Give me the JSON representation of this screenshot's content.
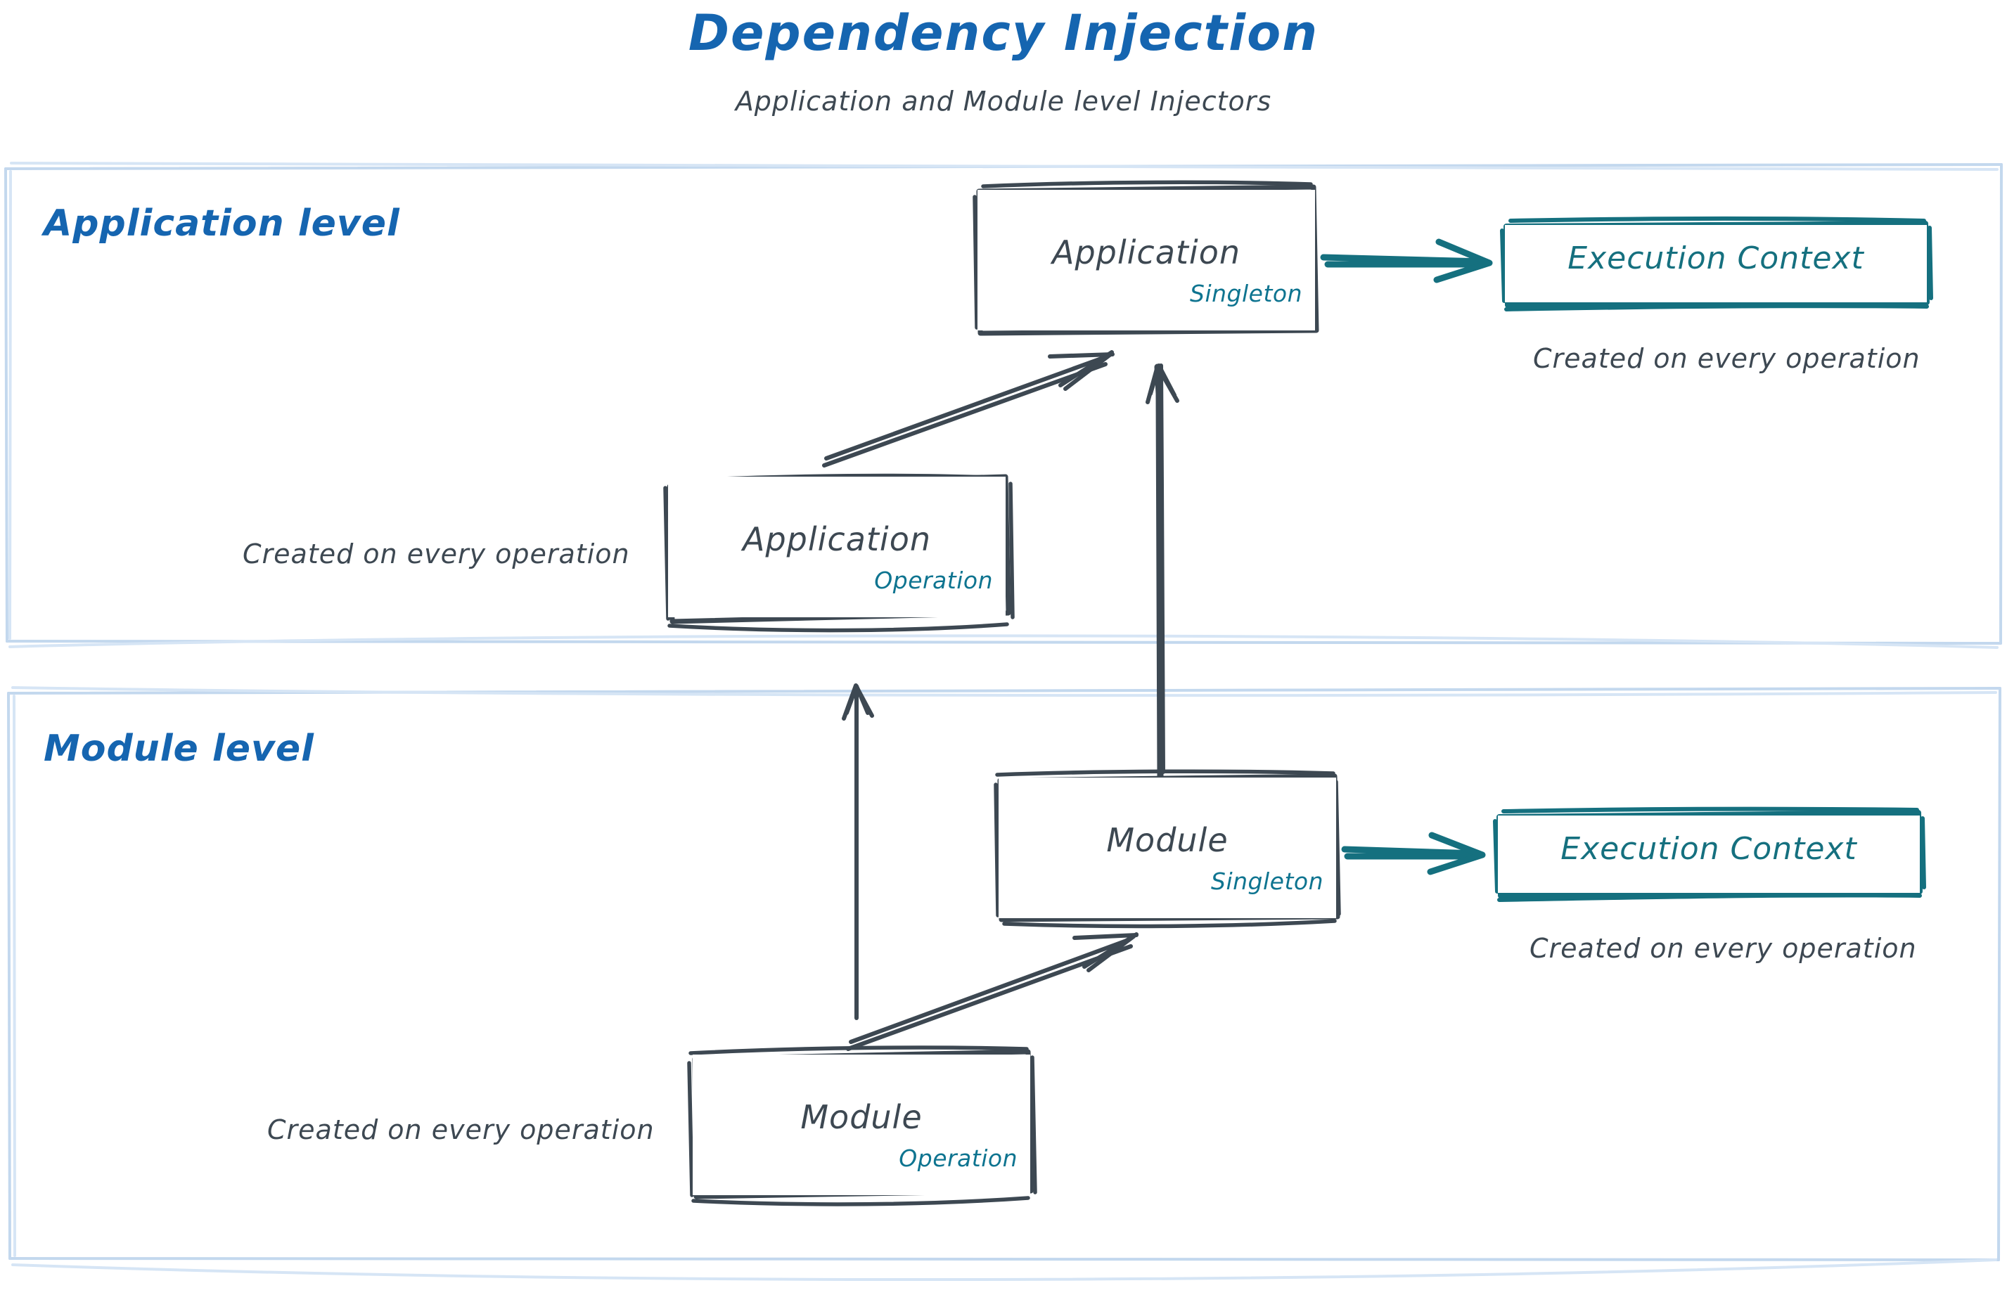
{
  "header": {
    "title": "Dependency Injection",
    "subtitle": "Application and Module level Injectors"
  },
  "colors": {
    "title_blue": "#1565B0",
    "band_border_blue": "#C3D8EE",
    "node_stroke": "#3D4852",
    "accent_teal": "#0E7490",
    "text_dark": "#3D4852"
  },
  "bands": [
    {
      "id": "application",
      "title": "Application level"
    },
    {
      "id": "module",
      "title": "Module level"
    }
  ],
  "nodes": {
    "app_singleton": {
      "title": "Application",
      "scope": "Singleton"
    },
    "app_operation": {
      "title": "Application",
      "scope": "Operation"
    },
    "mod_singleton": {
      "title": "Module",
      "scope": "Singleton"
    },
    "mod_operation": {
      "title": "Module",
      "scope": "Operation"
    },
    "exec_context_top": {
      "title": "Execution Context"
    },
    "exec_context_bottom": {
      "title": "Execution Context"
    }
  },
  "notes": {
    "app_operation": "Created on every operation",
    "mod_operation": "Created on every operation",
    "exec_context_top": "Created on every operation",
    "exec_context_bottom": "Created on every operation"
  },
  "edges": [
    {
      "from": "app_singleton",
      "to": "exec_context_top",
      "style": "teal-arrow",
      "direction": "right"
    },
    {
      "from": "app_operation",
      "to": "app_singleton",
      "style": "dark-arrow",
      "direction": "up-right"
    },
    {
      "from": "mod_singleton",
      "to": "app_singleton",
      "style": "dark-arrow",
      "direction": "up"
    },
    {
      "from": "mod_singleton",
      "to": "exec_context_bottom",
      "style": "teal-arrow",
      "direction": "right"
    },
    {
      "from": "mod_operation",
      "to": "mod_singleton",
      "style": "dark-arrow",
      "direction": "up-right"
    },
    {
      "from": "mod_operation",
      "to": "app_operation",
      "style": "dark-arrow",
      "direction": "up"
    }
  ]
}
